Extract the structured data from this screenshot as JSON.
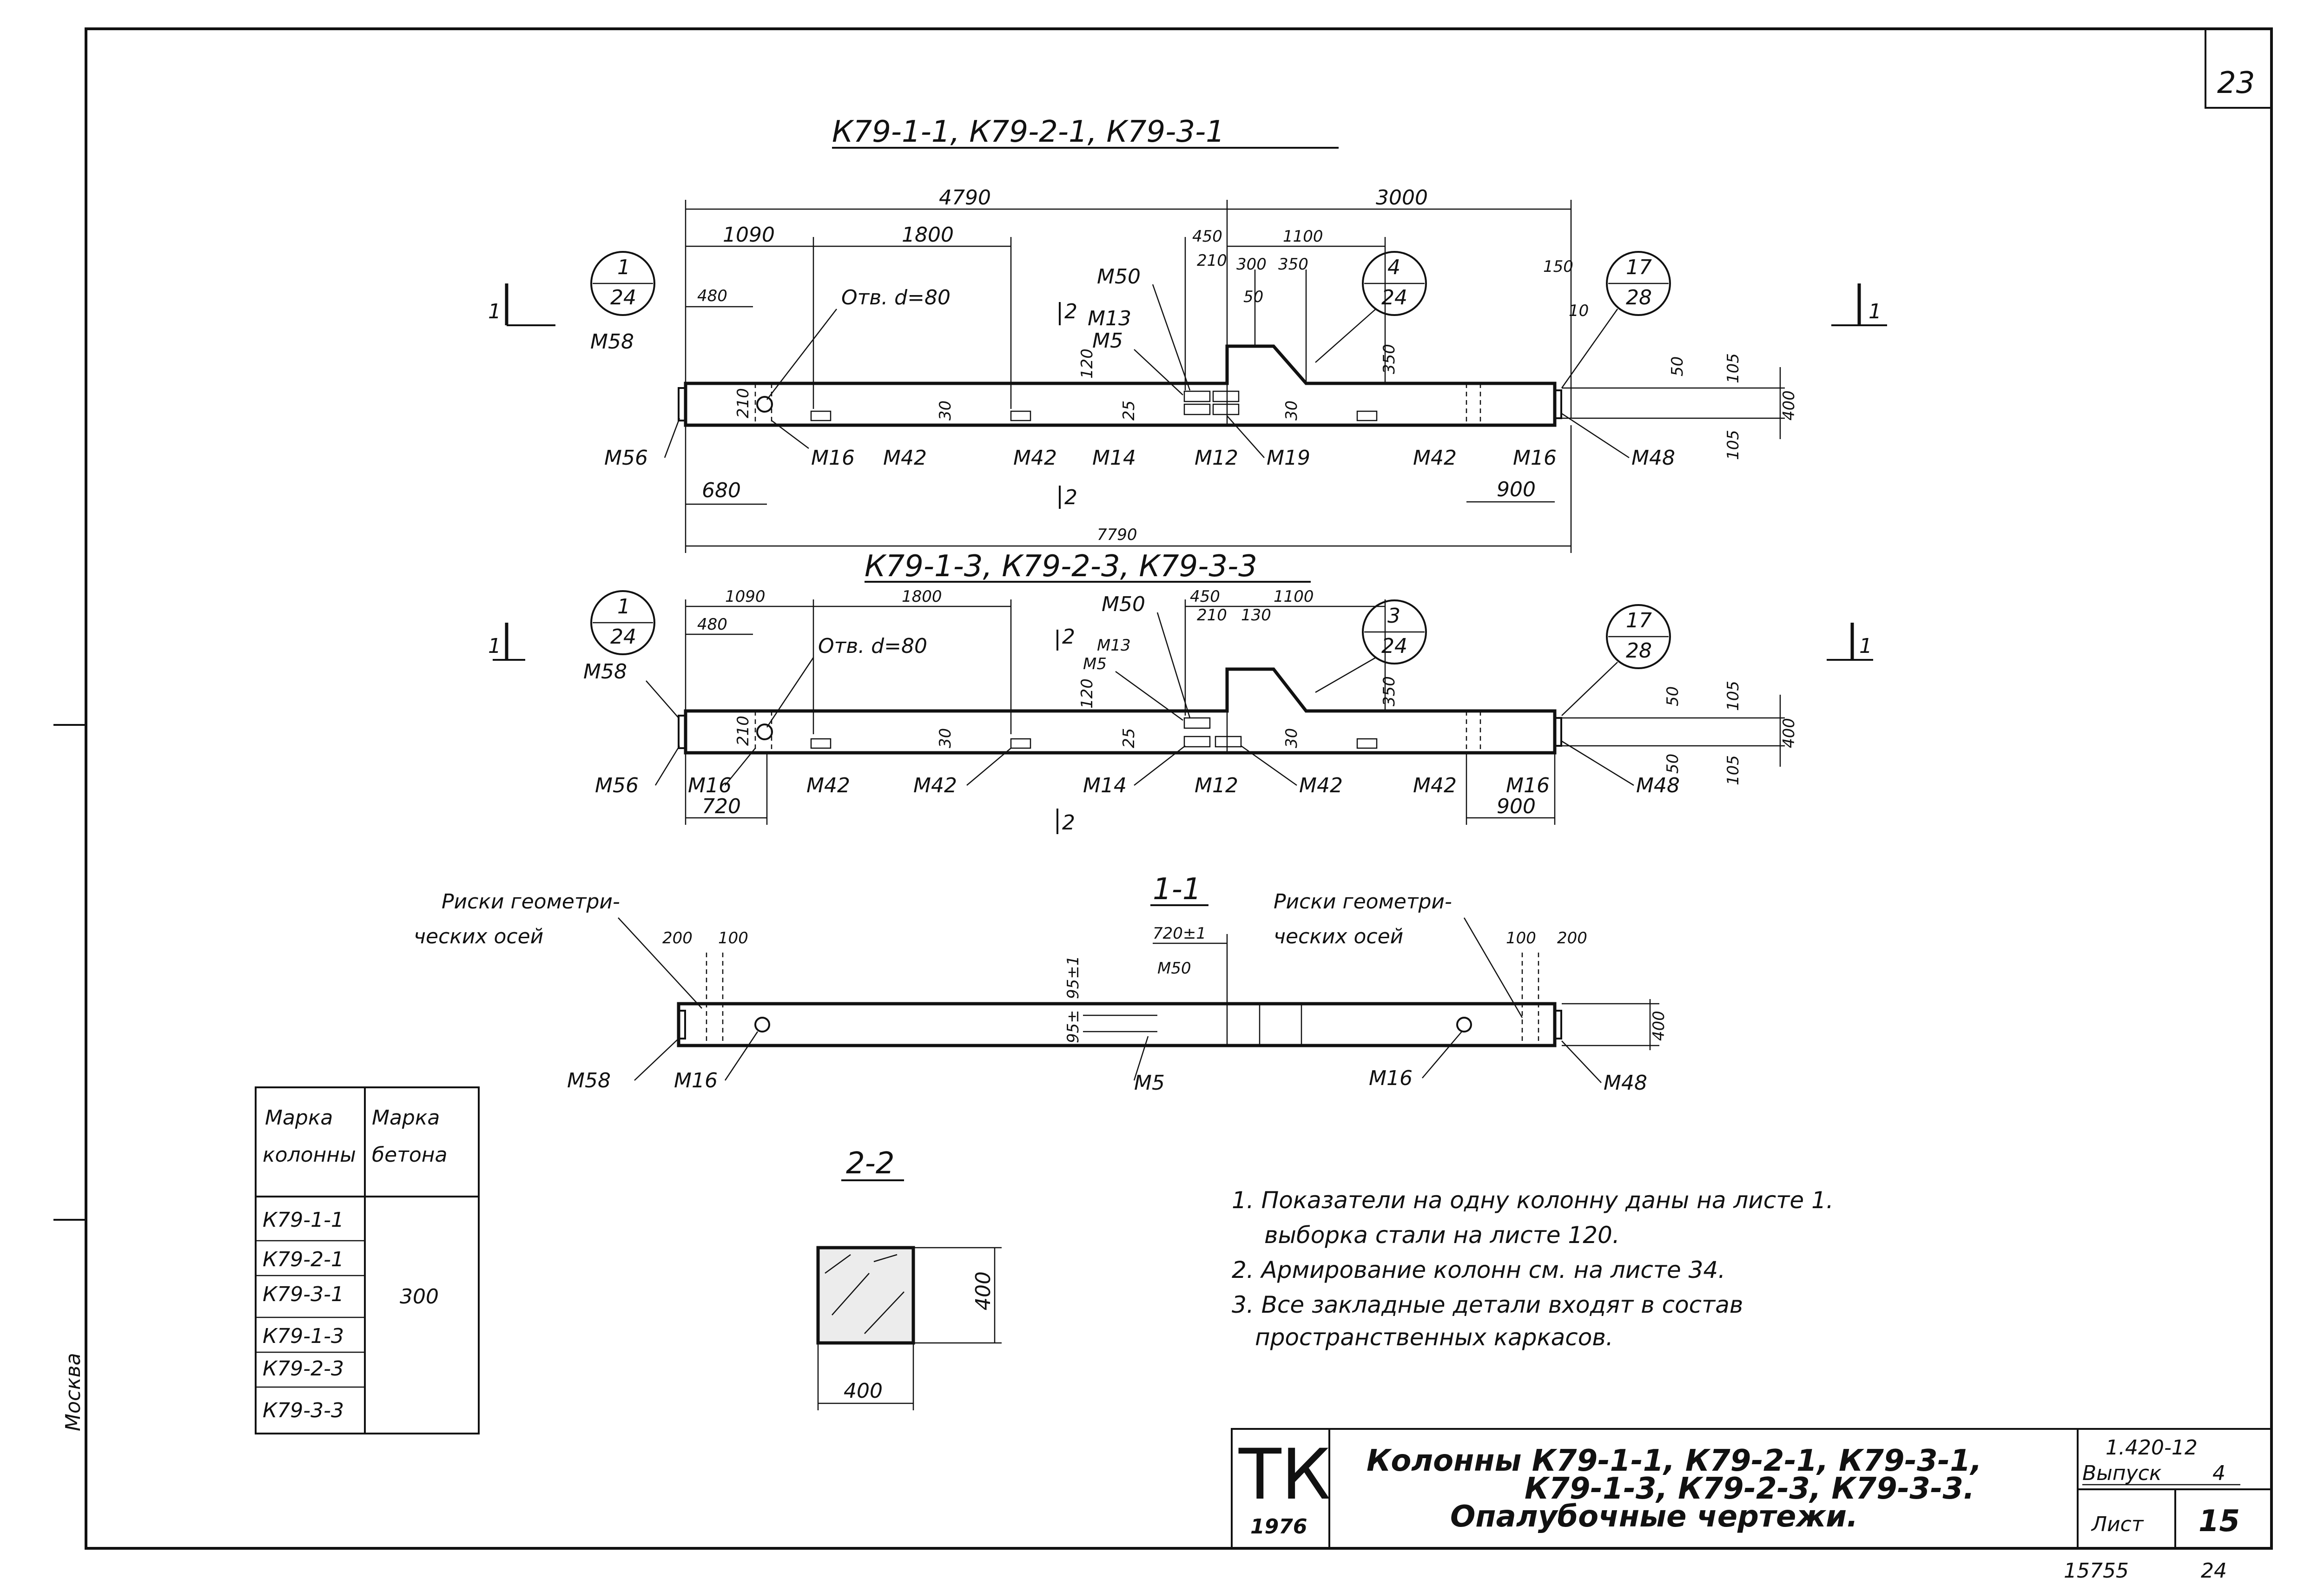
{
  "sheet_number": "23",
  "elevation_a": {
    "title": "К79-1-1, К79-2-1, К79-3-1",
    "dims": {
      "total_left": "4790",
      "total_right": "3000",
      "d1090": "1090",
      "d1800": "1800",
      "d450": "450",
      "d1100": "1100",
      "d210": "210",
      "d300": "300",
      "d350": "350",
      "d480": "480",
      "d150": "150",
      "d10": "10",
      "d50": "50",
      "d120": "120",
      "d25": "25",
      "d30": "30",
      "d350v": "350",
      "d50r": "50",
      "d105a": "105",
      "d400": "400",
      "d105b": "105",
      "d210v": "210",
      "d680": "680",
      "d900": "900",
      "d7790": "7790"
    },
    "callouts": [
      {
        "top": "1",
        "bottom": "24"
      },
      {
        "top": "4",
        "bottom": "24"
      },
      {
        "top": "17",
        "bottom": "28"
      }
    ],
    "hole_label": "Отв. d=80",
    "marks": {
      "m50": "М50",
      "m13": "М13",
      "m5": "М5",
      "m58": "М58",
      "m56": "М56",
      "m16a": "М16",
      "m42a": "М42",
      "m42b": "М42",
      "m14": "М14",
      "m12": "М12",
      "m19": "М19",
      "m42c": "М42",
      "m16b": "М16",
      "m48": "М48"
    },
    "section_left": "1",
    "section_right": "1",
    "section_top": "2",
    "section_bottom": "2"
  },
  "elevation_b": {
    "title": "К79-1-3, К79-2-3, К79-3-3",
    "dims": {
      "d1090": "1090",
      "d1800": "1800",
      "d450": "450",
      "d1100": "1100",
      "d210": "210",
      "d130": "130",
      "d480": "480",
      "d120": "120",
      "d25": "25",
      "d30a": "30",
      "d30b": "30",
      "d350": "350",
      "d50a": "50",
      "d105a": "105",
      "d400": "400",
      "d50b": "50",
      "d105b": "105",
      "d210v": "210",
      "d720": "720",
      "d900": "900"
    },
    "callouts": [
      {
        "top": "1",
        "bottom": "24"
      },
      {
        "top": "3",
        "bottom": "24"
      },
      {
        "top": "17",
        "bottom": "28"
      }
    ],
    "hole_label": "Отв. d=80",
    "marks": {
      "m50": "М50",
      "m13": "М13",
      "m5": "М5",
      "m58": "М58",
      "m56": "М56",
      "m16a": "М16",
      "m42a": "М42",
      "m42b": "М42",
      "m14": "М14",
      "m12": "М12",
      "m42c": "М42",
      "m42d": "М42",
      "m16b": "М16",
      "m48": "М48"
    },
    "section_left": "1",
    "section_right": "1",
    "section_top": "2",
    "section_bottom": "2"
  },
  "section_1_1": {
    "title": "1-1",
    "left_note_1": "Риски геометри-",
    "left_note_2": "ческих осей",
    "right_note_1": "Риски геометри-",
    "right_note_2": "ческих осей",
    "dims": {
      "d200l": "200",
      "d100l": "100",
      "d720": "720±1",
      "d100r": "100",
      "d200r": "200",
      "d400": "400",
      "d954a": "95±1",
      "d954b": "95±"
    },
    "marks": {
      "m58": "М58",
      "m16a": "М16",
      "m50": "М50",
      "m5": "М5",
      "m16b": "М16",
      "m48": "М48"
    }
  },
  "section_2_2": {
    "title": "2-2",
    "width": "400",
    "height": "400"
  },
  "concrete_table": {
    "header_col1_1": "Марка",
    "header_col1_2": "колонны",
    "header_col2_1": "Марка",
    "header_col2_2": "бетона",
    "rows": [
      "К79-1-1",
      "К79-2-1",
      "К79-3-1",
      "К79-1-3",
      "К79-2-3",
      "К79-3-3"
    ],
    "concrete_grade": "300"
  },
  "notes": [
    "1. Показатели на одну колонну даны на листе 1.",
    "выборка стали на листе 120.",
    "2. Армирование колонн см. на листе 34.",
    "3. Все закладные детали входят в состав",
    "пространственных каркасов."
  ],
  "stamp": {
    "logo": "ТК",
    "year": "1976",
    "title_1": "Колонны К79-1-1, К79-2-1, К79-3-1,",
    "title_2": "К79-1-3, К79-2-3, К79-3-3.",
    "title_3": "Опалубочные чертежи.",
    "series": "1.420-12",
    "issue_label": "Выпуск",
    "issue": "4",
    "sheet_label": "Лист",
    "sheet": "15"
  },
  "footer": {
    "code": "15755",
    "num": "24"
  },
  "side_text": "Москва"
}
